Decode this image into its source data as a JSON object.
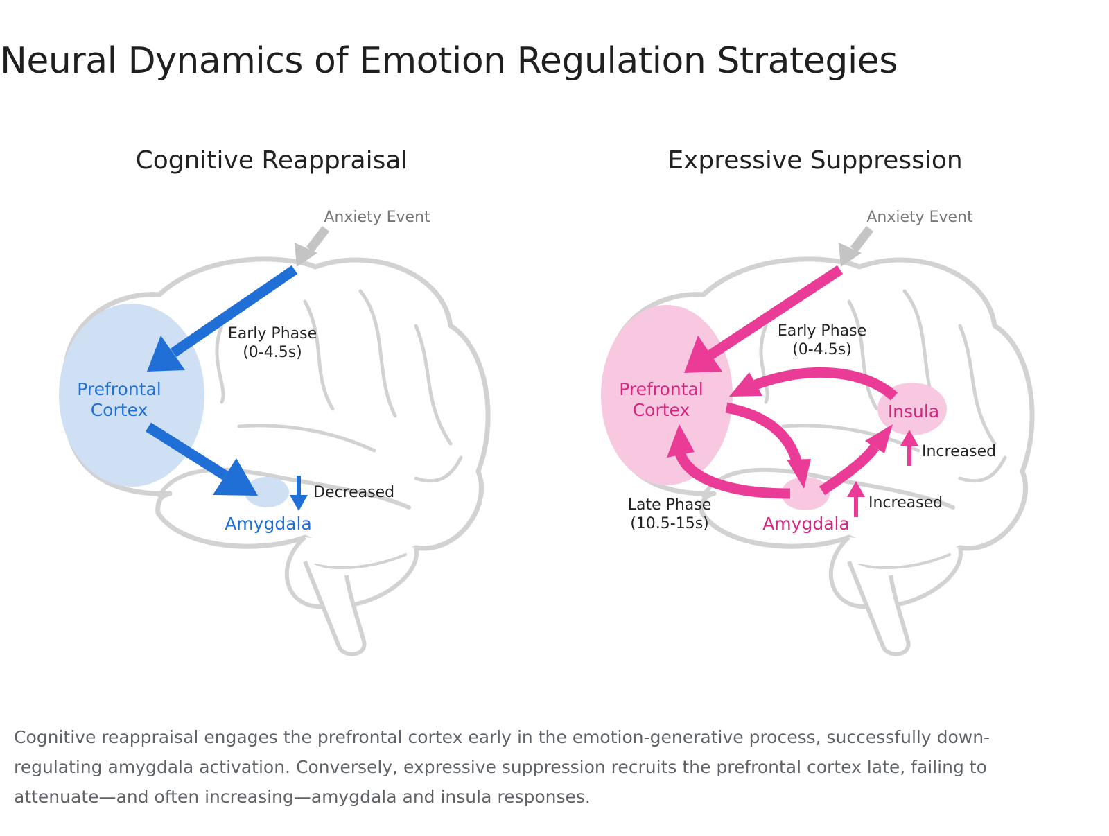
{
  "title": "Neural Dynamics of Emotion Regulation Strategies",
  "colors": {
    "reappraisal": "#1f6fd6",
    "reappraisal_fill": "#cfe0f4",
    "suppression": "#ea3b96",
    "suppression_fill": "#f8c8e0",
    "trigger": "#c4c4c4",
    "brain_outline": "#d2d2d2"
  },
  "left_panel": {
    "title": "Cognitive Reappraisal",
    "trigger_label": "Anxiety Event",
    "phase_line1": "Early Phase",
    "phase_line2": "(0-4.5s)",
    "pfc_line1": "Prefrontal",
    "pfc_line2": "Cortex",
    "amygdala_label": "Amygdala",
    "change_label": "Decreased",
    "change_direction": "down"
  },
  "right_panel": {
    "title": "Expressive Suppression",
    "trigger_label": "Anxiety Event",
    "early_line1": "Early Phase",
    "early_line2": "(0-4.5s)",
    "late_line1": "Late Phase",
    "late_line2": "(10.5-15s)",
    "pfc_line1": "Prefrontal",
    "pfc_line2": "Cortex",
    "insula_label": "Insula",
    "amygdala_label": "Amygdala",
    "insula_change_label": "Increased",
    "amygdala_change_label": "Increased",
    "change_direction": "up"
  },
  "caption": "Cognitive reappraisal engages the prefrontal cortex early in the emotion-generative process, successfully down-regulating amygdala activation. Conversely, expressive suppression recruits the prefrontal cortex late, failing to attenuate—and often increasing—amygdala and insula responses."
}
